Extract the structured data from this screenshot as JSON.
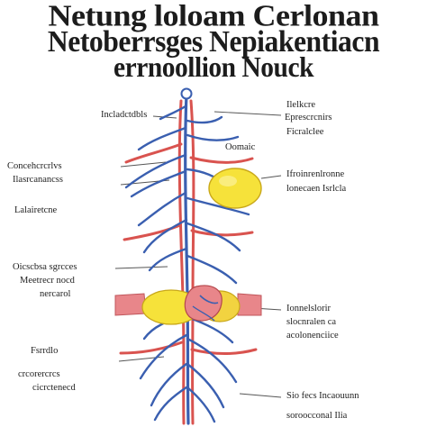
{
  "title": {
    "line1": "Netung loloam Cerlonan",
    "line2": "Netoberrsges Nepiakentiacn",
    "line3": "errnoollion Nouck"
  },
  "labels": {
    "left_top": "Incladctdbls",
    "left_upper_1": "Concehcrcrlvs",
    "left_upper_2": "Ilasrcanancss",
    "left_upper_3": "Lalairetcne",
    "left_mid_1": "Oicscbsa sgrcces",
    "left_mid_2": "Meetrecr nocd",
    "left_mid_3": "nercarol",
    "left_low_1": "Fsrrdlo",
    "left_low_2": "crcorercrcs",
    "left_low_3": "cicrctenecd",
    "right_top_1": "Ilelkcre",
    "right_top_2": "Eprescrcnirs",
    "right_top_3": "Ficralclee",
    "right_small": "Oomaic",
    "right_upper_1": "Ifroinrenlronne",
    "right_upper_2": "lonecaen Isrlcla",
    "right_mid_1": "Ionnelslorir",
    "right_mid_2": "slocnralen ca",
    "right_mid_3": "acolonenciice",
    "right_low_1": "Sio fecs Incaouunn",
    "right_low_2": "soroocconal Ilia"
  },
  "colors": {
    "vessel_blue": "#3a5fb0",
    "vessel_red": "#d9534f",
    "organ_yellow": "#f6e23a",
    "organ_pink": "#e8868a"
  }
}
